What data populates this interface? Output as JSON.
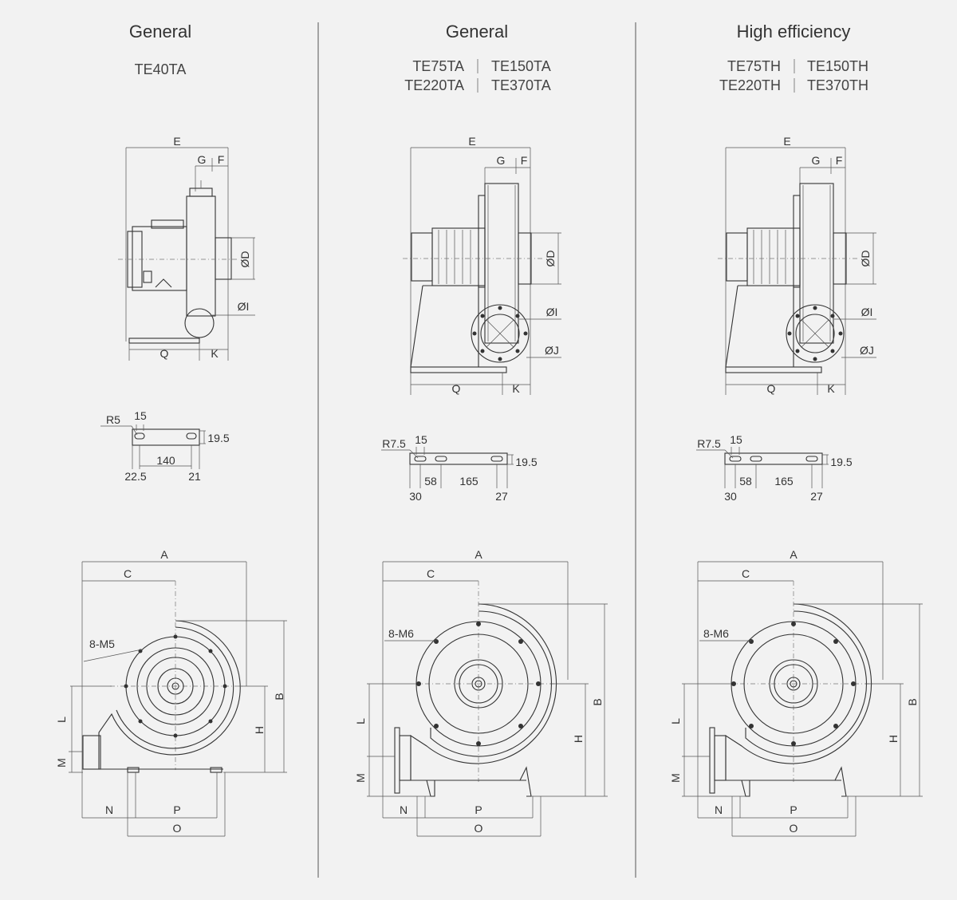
{
  "panels": [
    {
      "title": "General",
      "models": [
        [
          "TE40TA"
        ]
      ],
      "side_dims": {
        "E": "E",
        "G": "G",
        "F": "F",
        "D": "ØD",
        "I": "ØI",
        "Q": "Q",
        "K": "K"
      },
      "base": {
        "radius": "R5",
        "slot": "15",
        "height": "19.5",
        "span": "140",
        "left": "22.5",
        "right": "21"
      },
      "front_dims": {
        "A": "A",
        "C": "C",
        "holes": "8-M5",
        "B": "B",
        "H": "H",
        "L": "L",
        "M": "M",
        "N": "N",
        "P": "P",
        "O": "O"
      }
    },
    {
      "title": "General",
      "models": [
        [
          "TE75TA",
          "TE150TA"
        ],
        [
          "TE220TA",
          "TE370TA"
        ]
      ],
      "side_dims": {
        "E": "E",
        "G": "G",
        "F": "F",
        "D": "ØD",
        "I": "ØI",
        "J": "ØJ",
        "Q": "Q",
        "K": "K"
      },
      "base": {
        "radius": "R7.5",
        "slot": "15",
        "height": "19.5",
        "s1": "58",
        "s2": "165",
        "left": "30",
        "right": "27"
      },
      "front_dims": {
        "A": "A",
        "C": "C",
        "holes": "8-M6",
        "B": "B",
        "H": "H",
        "L": "L",
        "M": "M",
        "N": "N",
        "P": "P",
        "O": "O"
      }
    },
    {
      "title": "High efficiency",
      "models": [
        [
          "TE75TH",
          "TE150TH"
        ],
        [
          "TE220TH",
          "TE370TH"
        ]
      ],
      "side_dims": {
        "E": "E",
        "G": "G",
        "F": "F",
        "D": "ØD",
        "I": "ØI",
        "J": "ØJ",
        "Q": "Q",
        "K": "K"
      },
      "base": {
        "radius": "R7.5",
        "slot": "15",
        "height": "19.5",
        "s1": "58",
        "s2": "165",
        "left": "30",
        "right": "27"
      },
      "front_dims": {
        "A": "A",
        "C": "C",
        "holes": "8-M6",
        "B": "B",
        "H": "H",
        "L": "L",
        "M": "M",
        "N": "N",
        "P": "P",
        "O": "O"
      }
    }
  ]
}
